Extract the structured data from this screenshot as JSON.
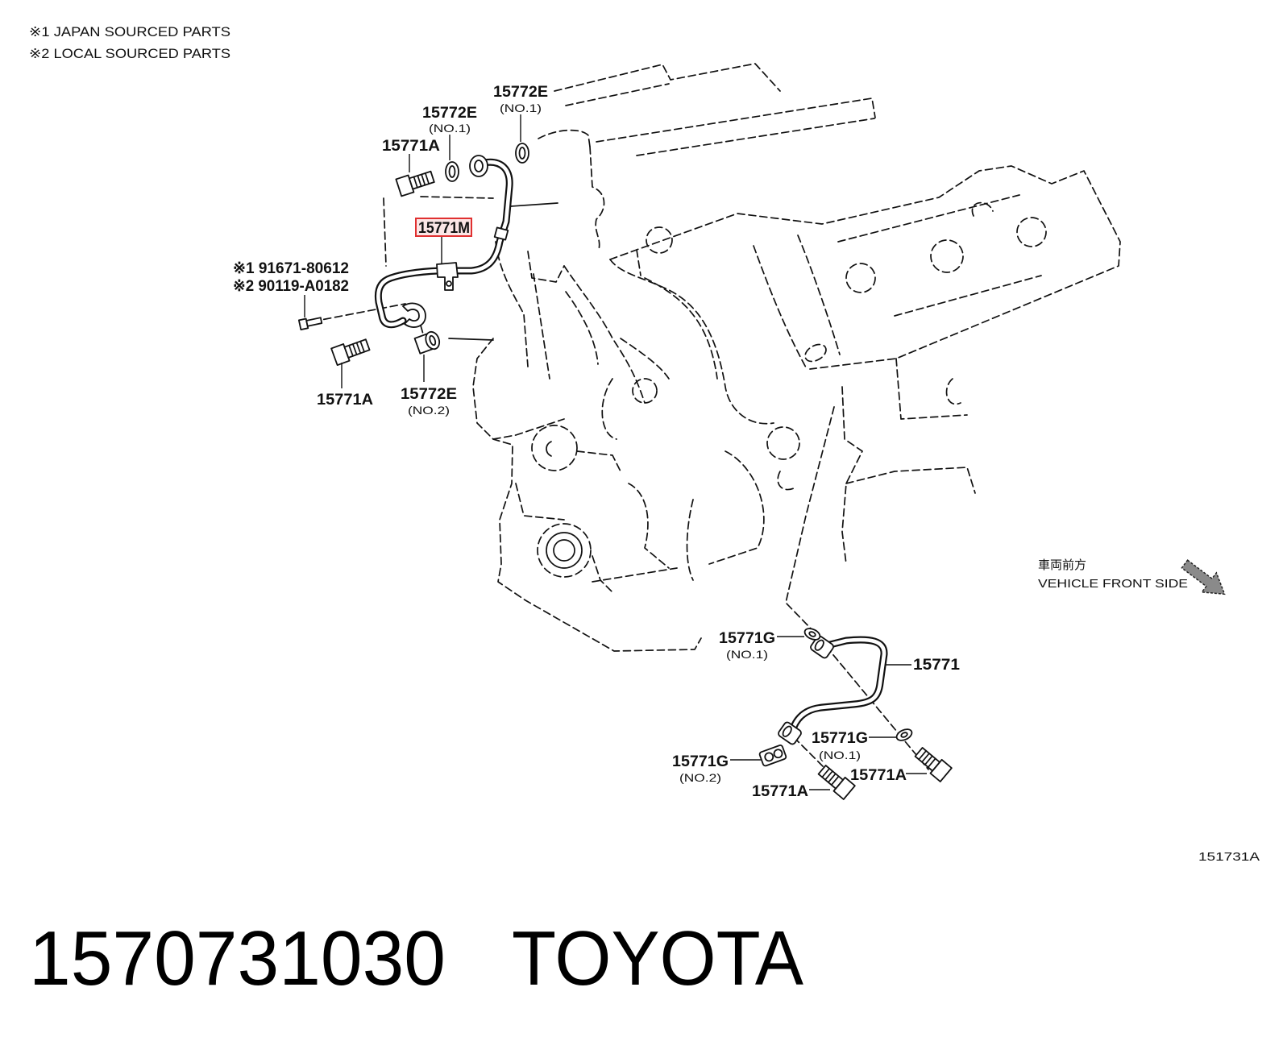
{
  "notes": [
    "※1 JAPAN SOURCED PARTS",
    "※2 LOCAL SOURCED PARTS"
  ],
  "callouts": {
    "washer_upper_right": {
      "part": "15772E",
      "qualifier": "(NO.1)"
    },
    "washer_upper_left": {
      "part": "15772E",
      "qualifier": "(NO.1)"
    },
    "bolt_upper": {
      "part": "15771A"
    },
    "pipe_upper": {
      "part": "15771M"
    },
    "small_bolt": {
      "lines": [
        "※1 91671-80612",
        "※2 90119-A0182"
      ]
    },
    "bolt_left": {
      "part": "15771A"
    },
    "union_left": {
      "part": "15772E",
      "qualifier": "(NO.2)"
    },
    "gasket_lower_left": {
      "part": "15771G",
      "qualifier": "(NO.1)"
    },
    "pipe_lower": {
      "part": "15771"
    },
    "gasket_lower_right": {
      "part": "15771G",
      "qualifier": "(NO.1)"
    },
    "gasket_no2": {
      "part": "15771G",
      "qualifier": "(NO.2)"
    },
    "bolt_lower_right": {
      "part": "15771A"
    },
    "bolt_lower": {
      "part": "15771A"
    }
  },
  "direction": {
    "jp": "車両前方",
    "en": "VEHICLE FRONT SIDE"
  },
  "figure_code": "151731A",
  "title": {
    "part_number": "1570731030",
    "brand": "TOYOTA"
  },
  "colors": {
    "highlight": "#e03030",
    "line": "#111111",
    "background": "#ffffff"
  }
}
